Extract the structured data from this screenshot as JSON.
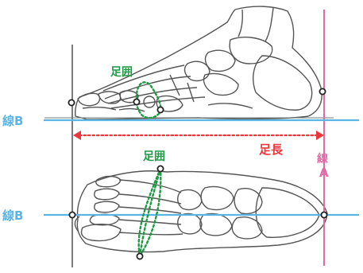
{
  "labels": {
    "line_b_upper": "線B",
    "line_b_lower": "線B",
    "foot_girth_top": "足囲",
    "foot_girth_bottom": "足囲",
    "foot_length": "足長",
    "line_a_char": "線",
    "line_a_letter": "A"
  },
  "colors": {
    "line_b": "#5bb4e6",
    "line_a": "#e36aa6",
    "foot_length": "#e8383d",
    "foot_girth": "#1f9a44",
    "bone_outline": "#555555",
    "baseline": "#444444"
  },
  "icons": {
    "foot_side_view": "foot-skeleton-lateral-icon",
    "foot_top_view": "foot-skeleton-dorsal-icon"
  }
}
